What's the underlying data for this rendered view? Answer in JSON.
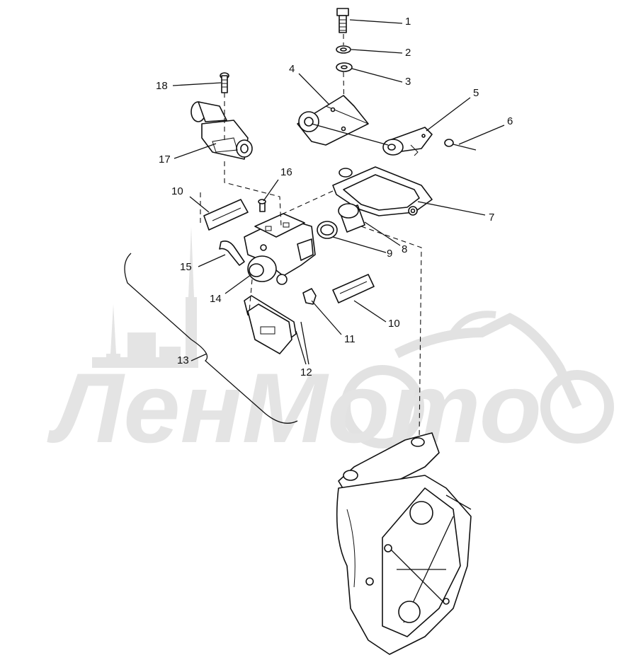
{
  "diagram": {
    "callouts": [
      {
        "id": "1",
        "text": "1"
      },
      {
        "id": "2",
        "text": "2"
      },
      {
        "id": "3",
        "text": "3"
      },
      {
        "id": "4",
        "text": "4"
      },
      {
        "id": "5",
        "text": "5"
      },
      {
        "id": "6",
        "text": "6"
      },
      {
        "id": "7",
        "text": "7"
      },
      {
        "id": "8",
        "text": "8"
      },
      {
        "id": "9",
        "text": "9"
      },
      {
        "id": "10a",
        "text": "10"
      },
      {
        "id": "10b",
        "text": "10"
      },
      {
        "id": "11",
        "text": "11"
      },
      {
        "id": "12",
        "text": "12"
      },
      {
        "id": "13",
        "text": "13"
      },
      {
        "id": "14",
        "text": "14"
      },
      {
        "id": "15",
        "text": "15"
      },
      {
        "id": "16",
        "text": "16"
      },
      {
        "id": "17",
        "text": "17"
      },
      {
        "id": "18",
        "text": "18"
      }
    ]
  },
  "watermark": {
    "text": "ЛенМото",
    "color": "#e4e4e4"
  },
  "colors": {
    "ink": "#111111",
    "background": "#ffffff"
  }
}
